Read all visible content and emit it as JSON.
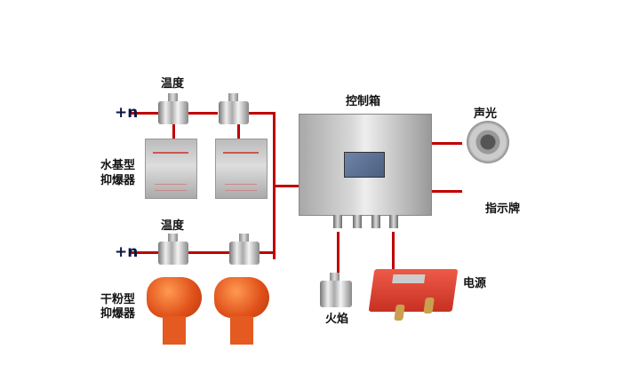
{
  "labels": {
    "temperature_top": "温度",
    "temperature_bottom": "温度",
    "plus_n_top": "+n",
    "plus_n_bottom": "+n",
    "water_suppressor_line1": "水基型",
    "water_suppressor_line2": "抑爆器",
    "powder_suppressor_line1": "干粉型",
    "powder_suppressor_line2": "抑爆器",
    "control_box": "控制箱",
    "sound_light": "声光",
    "indicator_sign": "指示牌",
    "flame": "火焰",
    "power_supply": "电源"
  },
  "colors": {
    "wire": "#c00000",
    "power_box": "#d93a2a",
    "suppressor": "#e55a1e"
  }
}
